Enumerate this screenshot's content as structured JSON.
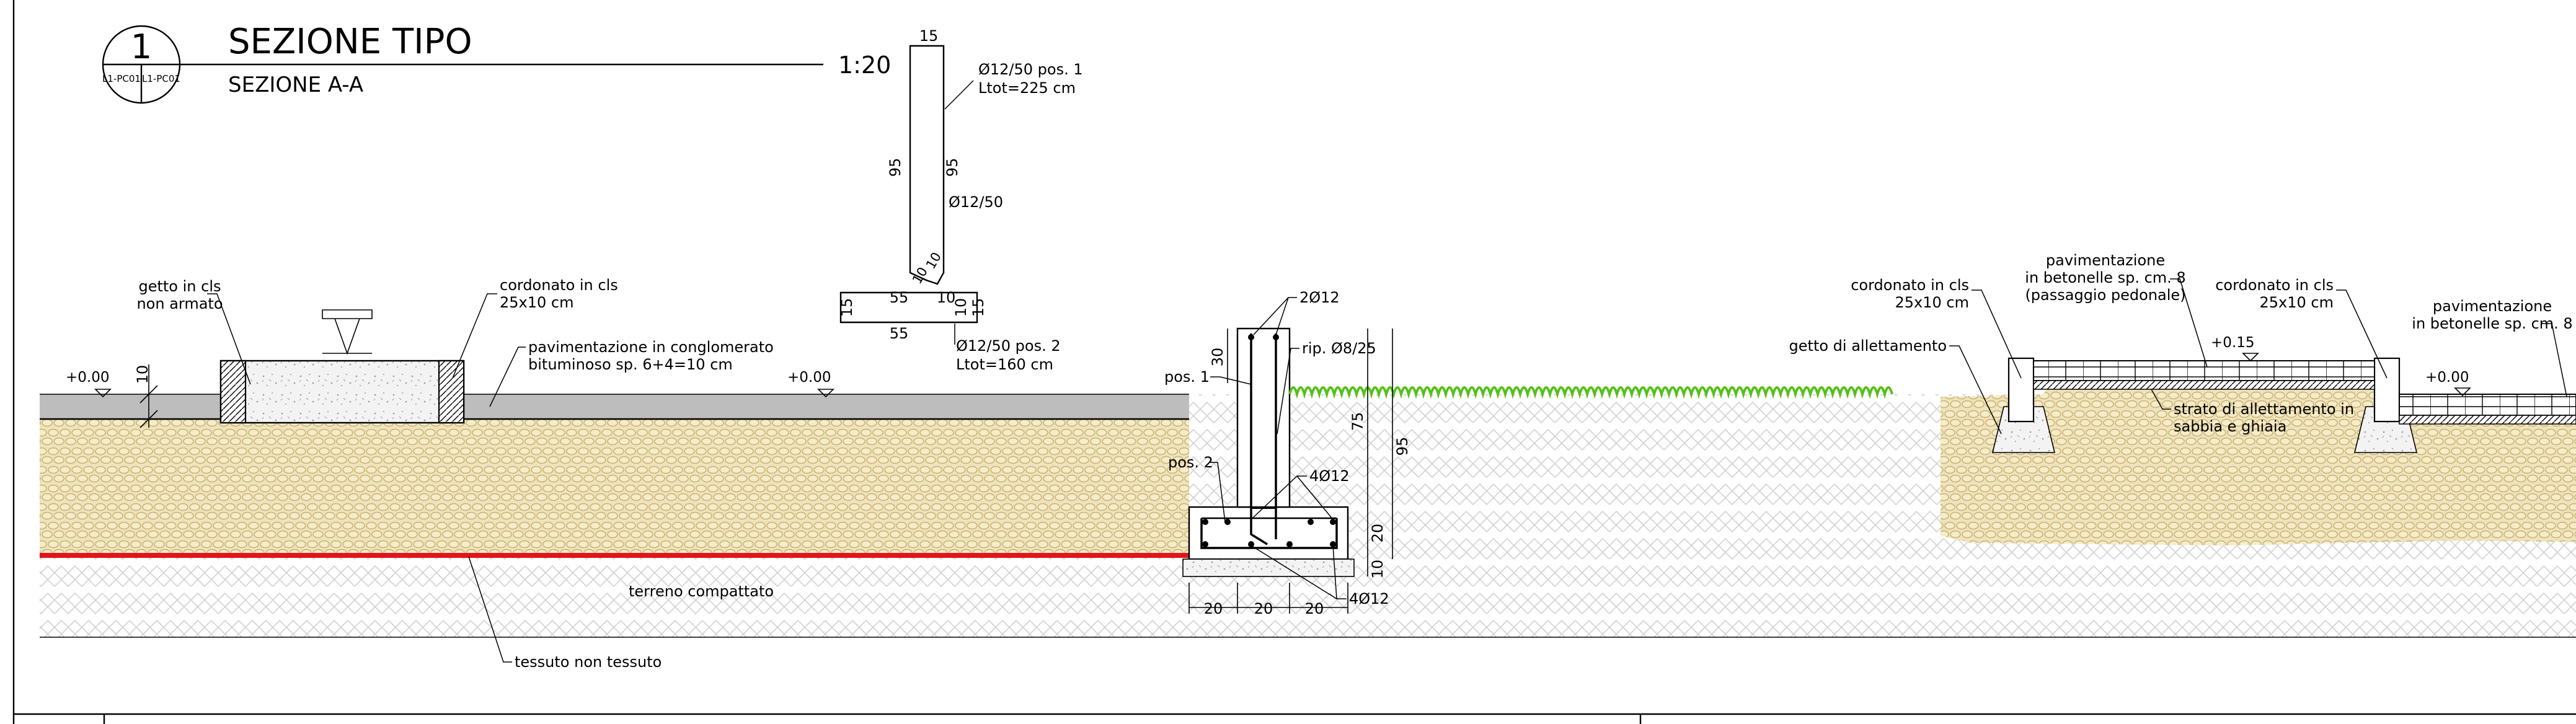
{
  "header": {
    "detail_number": "1",
    "sheet_ref_left": "L1-PC01",
    "sheet_ref_right": "L1-PC01",
    "title": "SEZIONE TIPO",
    "subtitle": "SEZIONE A-A",
    "scale": "1:20"
  },
  "bar_pos1": {
    "dim_top": "15",
    "dim_left": "95",
    "dim_right": "95",
    "spec_line1": "Ø12/50 pos. 1",
    "spec_line2": "Ltot=225 cm",
    "spacing": "Ø12/50",
    "bend_a": "10",
    "bend_b": "10"
  },
  "bar_pos2": {
    "dim_top": "55",
    "dim_bottom": "55",
    "dim_left": "15",
    "dim_inner": "10",
    "dim_right": "15",
    "spec_line1": "Ø12/50 pos. 2",
    "spec_line2": "Ltot=160 cm"
  },
  "left_section": {
    "concrete_label_1": "getto in cls",
    "concrete_label_2": "non armato",
    "curb_label_1": "cordonato in cls",
    "curb_label_2": "25x10 cm",
    "paving_label_1": "pavimentazione in conglomerato",
    "paving_label_2": "bituminoso sp. 6+4=10 cm",
    "level_left": "+0.00",
    "level_mid": "+0.00",
    "dim_paving": "10",
    "soil_label": "terreno compattato",
    "fabric_label": "tessuto non tessuto"
  },
  "wall": {
    "pos1_label": "pos. 1",
    "pos2_label": "pos. 2",
    "top_bars": "2Ø12",
    "stirrups": "rip. Ø8/25",
    "footing_top_bars": "4Ø12",
    "footing_bottom_bars": "4Ø12",
    "dim_30": "30",
    "dim_75": "75",
    "dim_95": "95",
    "dim_20_footing": "20",
    "dim_10_footing": "10",
    "dim_bottom": [
      "20",
      "20",
      "20"
    ]
  },
  "right_section": {
    "curb_label_1": "cordonato in cls",
    "curb_label_2": "25x10 cm",
    "bedding_label": "getto di allettamento",
    "paving_label_1": "pavimentazione",
    "paving_label_2": "in betonelle sp. cm. 8",
    "paving_label_3": "(passaggio pedonale)",
    "level_walk": "+0.15",
    "curb2_label_1": "cordonato in cls",
    "curb2_label_2": "25x10 cm",
    "sand_label_1": "strato di allettamento in",
    "sand_label_2": "sabbia e ghiaia",
    "paving2_label_1": "pavimentazione",
    "paving2_label_2": "in betonelle sp. cm. 8",
    "level_right": "+0.00"
  },
  "colors": {
    "gravel": "#e8d9a8",
    "gravel_stroke": "#c9b270",
    "asphalt": "#bdbdbd",
    "soil_hatch": "#cfcfcf",
    "fabric": "#e3141b",
    "grass": "#55c01a",
    "concrete": "#f1f1f1"
  }
}
